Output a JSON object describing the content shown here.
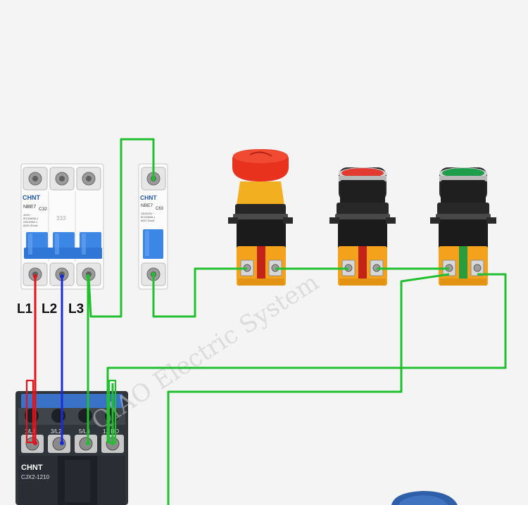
{
  "breaker_3p": {
    "brand": "CHNT",
    "model": "NBE7",
    "rating": "C32",
    "specs": [
      "400V~",
      "IEC60898-1",
      "GB10963.1",
      "6000 30mA"
    ]
  },
  "breaker_1p": {
    "brand": "CHNT",
    "model": "NBE7",
    "rating": "C63",
    "specs": [
      "230/400V~",
      "IEC60898-1",
      "6000 30mA"
    ]
  },
  "phase_labels": [
    "L1",
    "L2",
    "L3"
  ],
  "contactor": {
    "brand": "CHNT",
    "model": "CJX2-1210",
    "terminals": [
      "1/L1",
      "3/L2",
      "5/L3",
      "13 NO"
    ]
  },
  "watermark": "QIAO Electric System",
  "colors": {
    "background": "#f4f4f4",
    "wire_green": "#1fbf2e",
    "wire_red": "#e0141e",
    "wire_blue": "#1a2cd8",
    "breaker_handle": "#3c86e6",
    "estop_red": "#e8321e",
    "estop_collar": "#f2b020",
    "button_red": "#e23b32",
    "button_green": "#1e9e4a",
    "terminal_block": "#f4a21c",
    "contactor_body": "#30353c",
    "contactor_blue": "#3a72c8"
  }
}
